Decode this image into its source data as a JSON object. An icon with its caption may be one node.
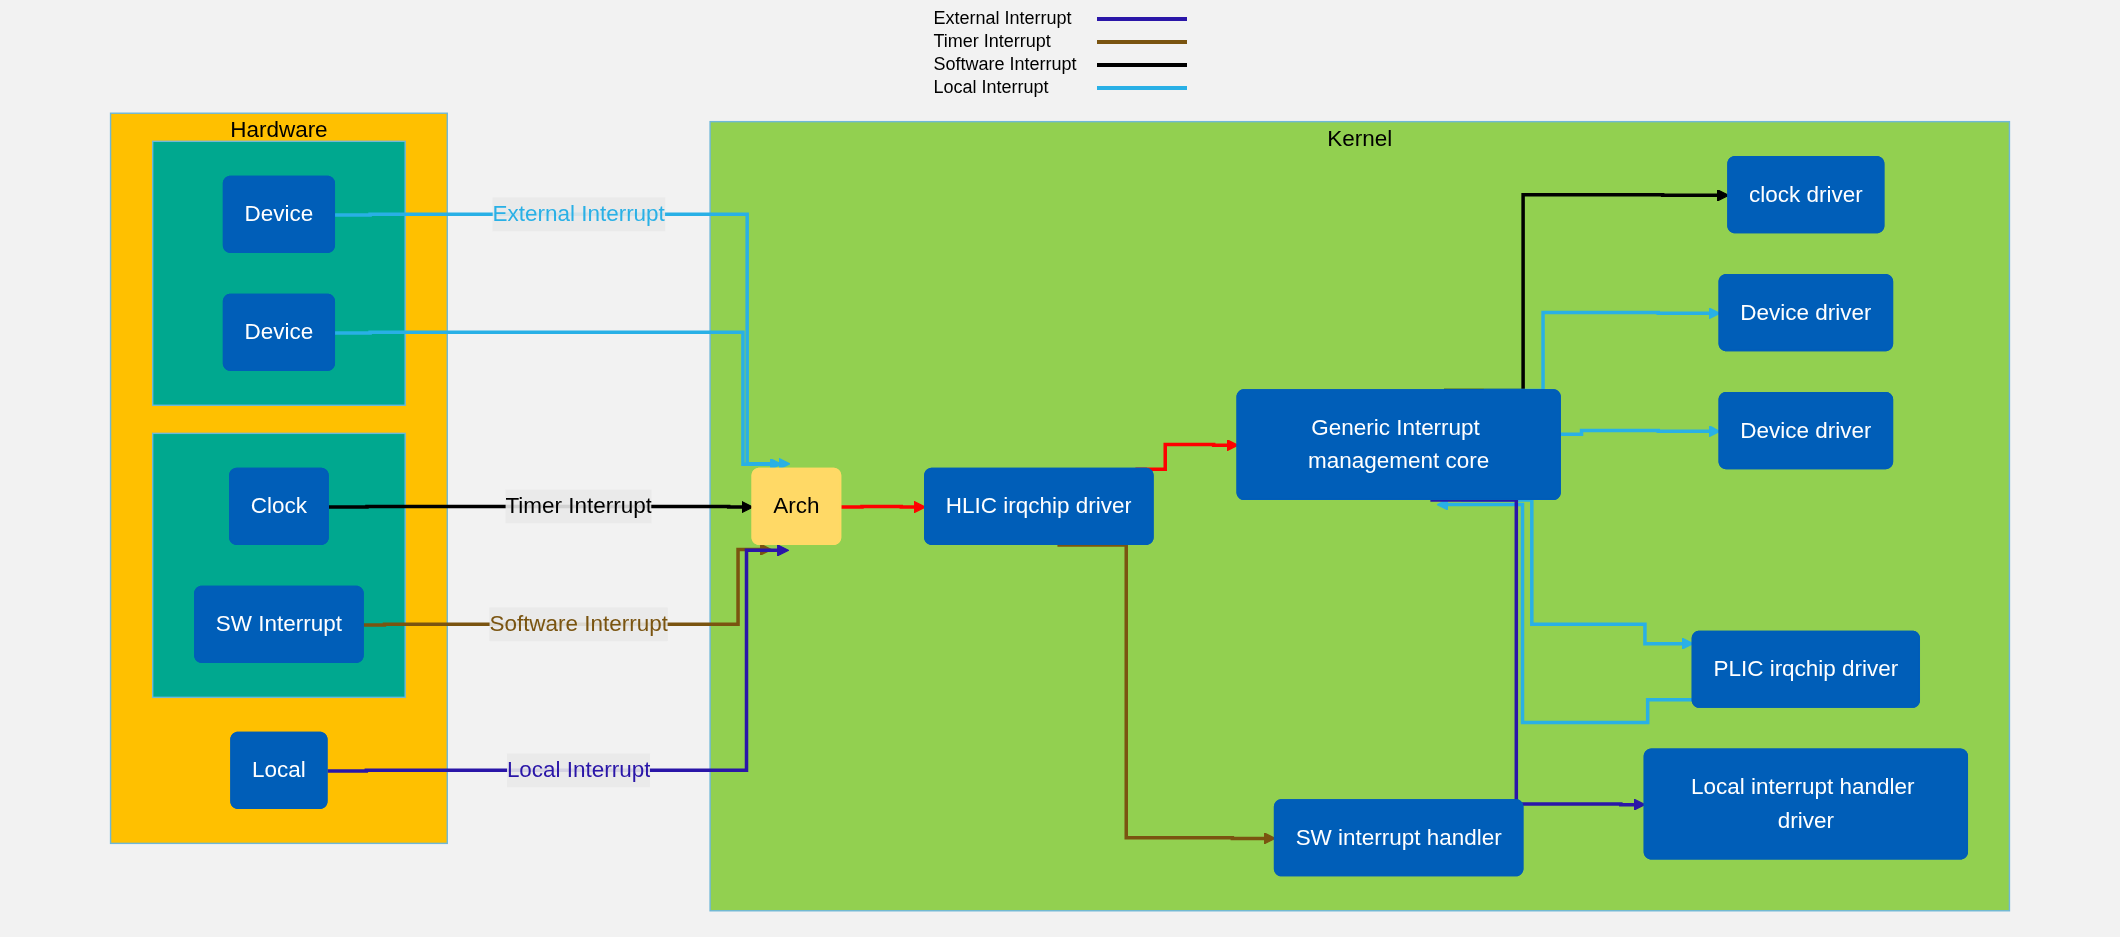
{
  "diagram": {
    "nodes": [
      {
        "text": [
          "Hardware"
        ]
      },
      {
        "text": [],
        "shape": "box",
        "in": 0
      },
      {
        "text": [
          "Device"
        ],
        "in": 1
      },
      {
        "text": [
          "Device"
        ],
        "in": 1
      },
      {
        "text": [],
        "shape": "box",
        "in": 0
      },
      {
        "text": [
          "Clock"
        ],
        "in": 4
      },
      {
        "text": [
          "SW Interrupt"
        ],
        "in": 4
      },
      {
        "text": [
          "Local"
        ],
        "in": 0
      },
      {
        "text": [
          "Kernel"
        ]
      },
      {
        "text": [
          "Arch"
        ],
        "in": 8
      },
      {
        "text": [
          "Generic Interrupt management core"
        ],
        "in": 8
      },
      {
        "text": [
          "clock driver"
        ],
        "in": 8
      },
      {
        "text": [
          "Device driver"
        ],
        "in": 8
      },
      {
        "text": [
          "Device driver"
        ],
        "in": 8
      },
      {
        "text": [
          "PLIC irqchip driver"
        ],
        "in": 8
      },
      {
        "text": [
          "HLIC irqchip driver"
        ],
        "in": 8
      },
      {
        "text": [
          "SW interrupt handler"
        ],
        "in": 8
      },
      {
        "text": [
          "Local interrupt handler driver"
        ],
        "in": 8
      }
    ],
    "edges": [
      {
        "from": 2,
        "to": 9,
        "arrow": "to",
        "label": "External Interrupt"
      },
      {
        "from": 3,
        "to": 9,
        "arrow": "to"
      },
      {
        "from": 5,
        "to": 9,
        "arrow": "to",
        "label": "Timer Interrupt",
        "color": "#000000"
      },
      {
        "from": 6,
        "to": 9,
        "arrow": "to",
        "label": "Software Interrupt",
        "color": "#7a5410"
      },
      {
        "from": 7,
        "to": 9,
        "arrow": "to",
        "label": "Local Interrupt",
        "color": "#2a16a8"
      },
      {
        "from": 9,
        "to": 15,
        "arrow": "to",
        "color": "#ff0000"
      },
      {
        "from": 15,
        "to": 10,
        "arrow": "to",
        "color": "#ff0000"
      },
      {
        "from": 15,
        "to": 16,
        "arrow": "to",
        "color": "#7a5410"
      },
      {
        "from": 10,
        "to": 11,
        "arrow": "to",
        "color": "#000000"
      },
      {
        "from": 10,
        "to": 12,
        "arrow": "to"
      },
      {
        "from": 10,
        "to": 13,
        "arrow": "to"
      },
      {
        "from": 10,
        "to": 14,
        "arrow": "to"
      },
      {
        "from": 14,
        "to": 10,
        "arrow": "to"
      },
      {
        "from": 10,
        "to": 17,
        "arrow": "to",
        "color": "#2a16a8"
      }
    ],
    "legend": [
      {
        "text": "External Interrupt",
        "color": "#2a16a8"
      },
      {
        "text": "Timer Interrupt",
        "color": "#7a5410"
      },
      {
        "text": "Software Interrupt",
        "color": "#000000"
      },
      {
        "text": "Local Interrupt",
        "color": "#29b0e6"
      }
    ]
  }
}
